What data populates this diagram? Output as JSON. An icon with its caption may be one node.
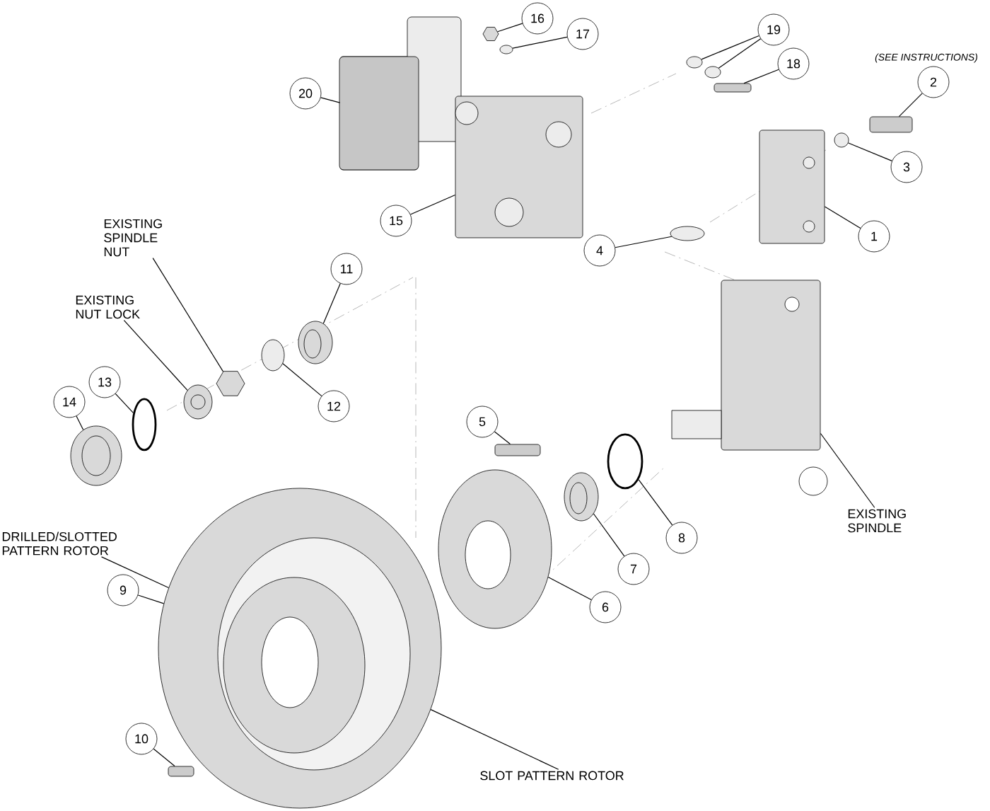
{
  "diagram": {
    "nodes": [
      {
        "text": [
          "16"
        ]
      },
      {
        "text": [],
        "shape": "picture"
      },
      {
        "text": [
          "17"
        ]
      },
      {
        "text": [],
        "shape": "circle"
      },
      {
        "text": [
          "19"
        ]
      },
      {
        "text": [],
        "shape": "circle"
      },
      {
        "text": [],
        "shape": "circle"
      },
      {
        "text": [
          "18"
        ]
      },
      {
        "text": [],
        "shape": "bar"
      },
      {
        "text": [
          "20"
        ]
      },
      {
        "text": [],
        "shape": "picture"
      },
      {
        "text": [
          "2"
        ]
      },
      {
        "text": [],
        "shape": "bar"
      },
      {
        "text": [
          "3"
        ]
      },
      {
        "text": [],
        "shape": "circle"
      },
      {
        "text": [],
        "shape": "picture"
      },
      {
        "text": [
          "15"
        ]
      },
      {
        "text": [],
        "shape": "picture"
      },
      {
        "text": [
          "1"
        ]
      },
      {
        "text": [
          "4"
        ]
      },
      {
        "text": [],
        "shape": "circle"
      },
      {
        "text": [
          "EXISTING SPINDLE NUT"
        ]
      },
      {
        "text": [],
        "shape": "picture"
      },
      {
        "text": [
          "EXISTING NUT LOCK"
        ]
      },
      {
        "text": [],
        "shape": "picture"
      },
      {
        "text": [
          "11"
        ]
      },
      {
        "text": [],
        "shape": "picture"
      },
      {
        "text": [
          "12"
        ]
      },
      {
        "text": [],
        "shape": "circle"
      },
      {
        "text": [
          "14"
        ]
      },
      {
        "text": [
          "13"
        ]
      },
      {
        "text": [],
        "shape": "circle"
      },
      {
        "text": [],
        "shape": "picture"
      },
      {
        "text": [
          "5"
        ]
      },
      {
        "text": [],
        "shape": "bar"
      },
      {
        "text": [],
        "shape": "picture"
      },
      {
        "text": [],
        "shape": "circle"
      },
      {
        "text": [],
        "shape": "picture"
      },
      {
        "text": [],
        "shape": "picture"
      },
      {
        "text": [
          "EXISTING SPINDLE"
        ]
      },
      {
        "text": [
          "8"
        ]
      },
      {
        "text": [
          "7"
        ]
      },
      {
        "text": [
          "6"
        ]
      },
      {
        "text": [
          "DRILLED/SLOTTED PATTERN ROTOR"
        ]
      },
      {
        "text": [
          "9"
        ]
      },
      {
        "text": [],
        "shape": "picture"
      },
      {
        "text": [
          "10"
        ]
      },
      {
        "text": [],
        "shape": "bar"
      },
      {
        "text": [
          "SLOT PATTERN ROTOR"
        ]
      }
    ],
    "edges": [
      {
        "from": 0,
        "to": 1,
        "arrow": "none"
      },
      {
        "from": 2,
        "to": 3,
        "arrow": "none"
      },
      {
        "from": 4,
        "to": 5,
        "arrow": "none"
      },
      {
        "from": 4,
        "to": 6,
        "arrow": "none"
      },
      {
        "from": 7,
        "to": 8,
        "arrow": "none"
      },
      {
        "from": 9,
        "to": 10,
        "arrow": "none"
      },
      {
        "from": 11,
        "to": 12,
        "arrow": "none"
      },
      {
        "from": 13,
        "to": 14,
        "arrow": "none"
      },
      {
        "from": 16,
        "to": 15,
        "arrow": "none"
      },
      {
        "from": 18,
        "to": 17,
        "arrow": "none"
      },
      {
        "from": 19,
        "to": 20,
        "arrow": "none"
      },
      {
        "from": 21,
        "to": 22,
        "arrow": "none"
      },
      {
        "from": 23,
        "to": 24,
        "arrow": "none"
      },
      {
        "from": 25,
        "to": 26,
        "arrow": "none"
      },
      {
        "from": 27,
        "to": 28,
        "arrow": "none"
      },
      {
        "from": 29,
        "to": 32,
        "arrow": "none"
      },
      {
        "from": 30,
        "to": 31,
        "arrow": "none"
      },
      {
        "from": 33,
        "to": 34,
        "arrow": "none"
      },
      {
        "from": 39,
        "to": 35,
        "arrow": "none"
      },
      {
        "from": 40,
        "to": 36,
        "arrow": "none"
      },
      {
        "from": 41,
        "to": 37,
        "arrow": "none"
      },
      {
        "from": 42,
        "to": 38,
        "arrow": "none"
      },
      {
        "from": 43,
        "to": 45,
        "arrow": "none"
      },
      {
        "from": 44,
        "to": 45,
        "arrow": "none"
      },
      {
        "from": 46,
        "to": 47,
        "arrow": "none"
      },
      {
        "from": 48,
        "to": 45,
        "arrow": "none"
      }
    ],
    "labels": [
      "(SEE INSTRUCTIONS)"
    ]
  }
}
